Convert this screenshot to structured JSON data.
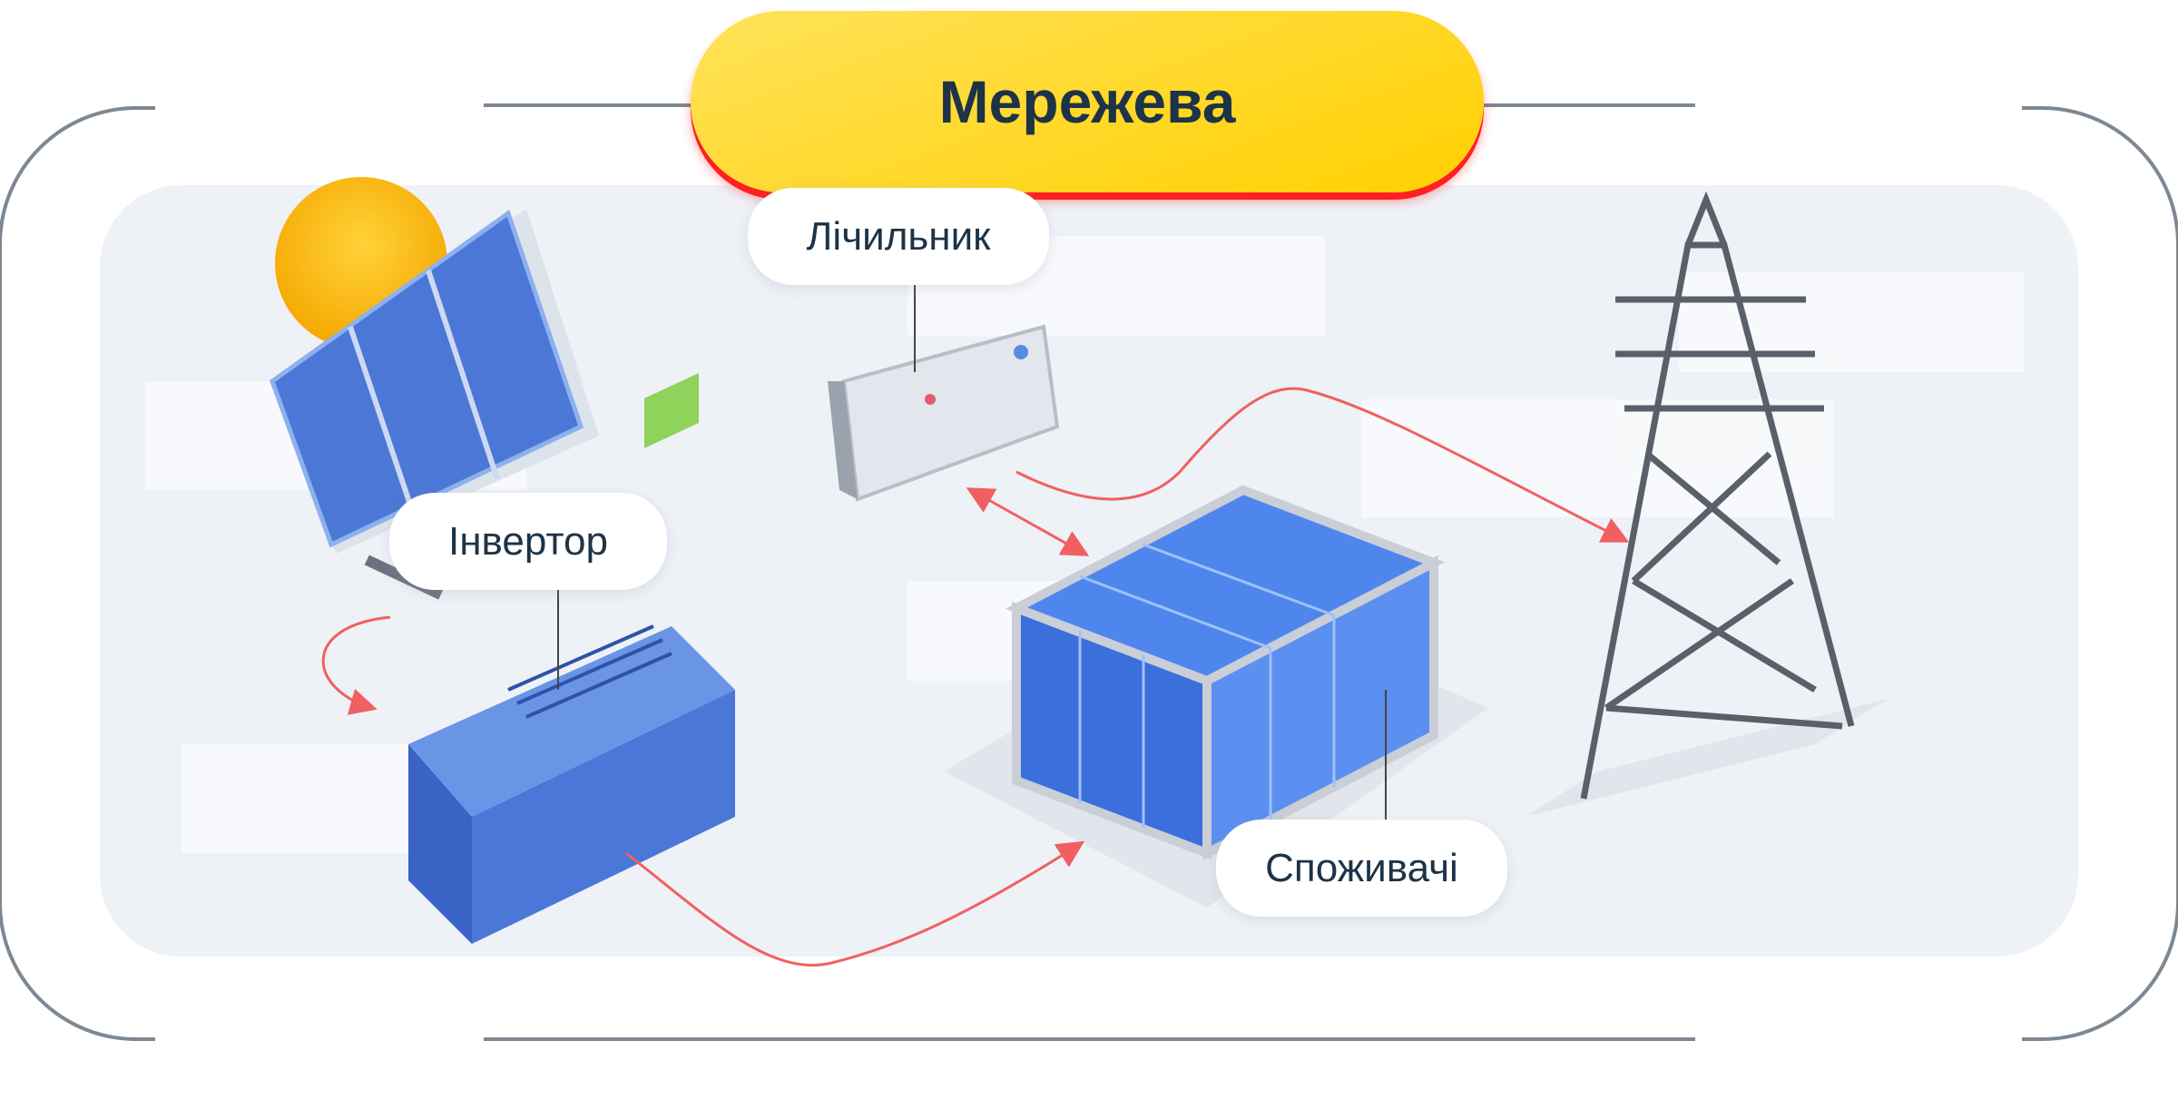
{
  "title": "Мережева",
  "labels": {
    "meter": "Лічильник",
    "inverter": "Інвертор",
    "consumers": "Споживачі"
  },
  "colors": {
    "title_bg": "#ffd000",
    "title_shadow": "#ff2020",
    "text": "#1d3347",
    "flow_line": "#f06060",
    "frame": "#7d8893"
  }
}
